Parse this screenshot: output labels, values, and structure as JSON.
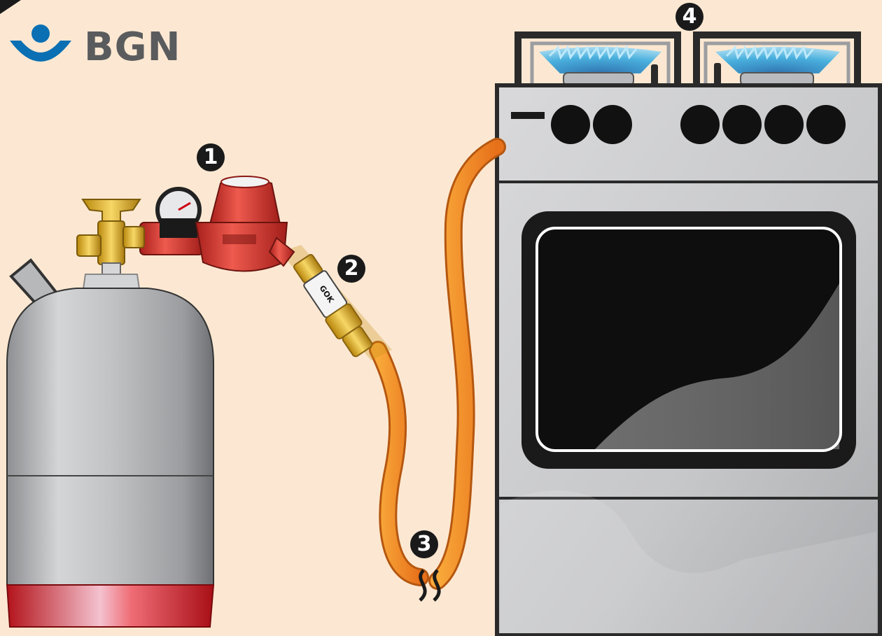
{
  "brand": {
    "name": "BGN"
  },
  "markers": [
    {
      "id": "regulator",
      "label": "1"
    },
    {
      "id": "hose-breakage-valve",
      "label": "2"
    },
    {
      "id": "hose",
      "label": "3"
    },
    {
      "id": "burners",
      "label": "4"
    }
  ],
  "regulator_label": "",
  "fitting_label": "GOK",
  "colors": {
    "background": "#fce8d2",
    "brand_blue": "#0a6fb3",
    "brand_gray": "#5a5b5d",
    "cylinder_body": "#b9b9bb",
    "cylinder_base": "#d91e24",
    "regulator_red": "#d8322c",
    "hose_orange": "#f28c1e",
    "brass": "#e0b63a",
    "flame_blue": "#2aa6e0",
    "oven_window": "#111111"
  }
}
